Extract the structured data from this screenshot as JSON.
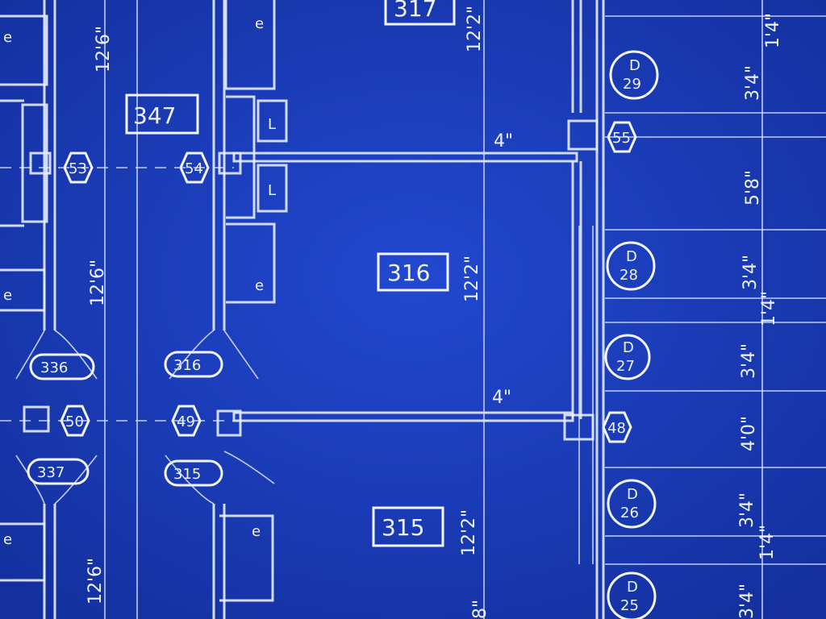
{
  "colors": {
    "paper": "#1a3ab8",
    "ink": "#eef2ff"
  },
  "rooms": {
    "r317": "317",
    "r347": "347",
    "r316": "316",
    "r315": "315"
  },
  "dims": {
    "d1226a": "12'6\"",
    "d1226b": "12'6\"",
    "d1226c": "12'6\"",
    "d1222a": "12'2\"",
    "d1222b": "12'2\"",
    "d1222c": "12'2\"",
    "d4a": "4\"",
    "d4b": "4\"",
    "d34a": "3'4\"",
    "d58": "5'8\"",
    "d34b": "3'4\"",
    "d14a": "1'4\"",
    "d34c": "3'4\"",
    "d40": "4'0\"",
    "d34d": "3'4\"",
    "d14b": "1'4\"",
    "d34e": "3'4\"",
    "d14c": "1'4\"",
    "d8": "8\""
  },
  "columns": {
    "c53": "53",
    "c54": "54",
    "c55": "55",
    "c50": "50",
    "c49": "49",
    "c48": "48"
  },
  "doors": {
    "o336": "336",
    "o316": "316",
    "o337": "337",
    "o315": "315"
  },
  "lockers": [
    {
      "l": "D",
      "n": "29"
    },
    {
      "l": "D",
      "n": "28"
    },
    {
      "l": "D",
      "n": "27"
    },
    {
      "l": "D",
      "n": "26"
    },
    {
      "l": "D",
      "n": "25"
    }
  ],
  "fixtures": {
    "e": "e",
    "L": "L"
  }
}
